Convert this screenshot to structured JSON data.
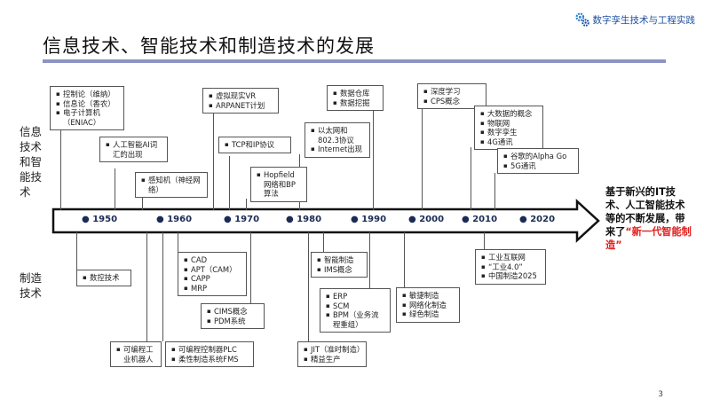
{
  "brand": {
    "text": "数字孪生技术与工程实践",
    "icon": "gear-icon",
    "color": "#1e4fa0"
  },
  "title": "信息技术、智能技术和制造技术的发展",
  "lanes": {
    "top": "信息技术和智能技术",
    "bottom": "制造技术"
  },
  "timeline": {
    "years": [
      "1950",
      "1960",
      "1970",
      "1980",
      "1990",
      "2000",
      "2010",
      "2020"
    ]
  },
  "top_boxes": [
    {
      "items": [
        "控制论（维纳）",
        "信息论（香农）",
        "电子计算机（ENIAC）"
      ]
    },
    {
      "items": [
        "人工智能AI词汇的出现"
      ]
    },
    {
      "items": [
        "感知机（神经网络）"
      ]
    },
    {
      "items": [
        "虚拟现实VR",
        "ARPANET计划"
      ]
    },
    {
      "items": [
        "TCP和IP协议"
      ]
    },
    {
      "items": [
        "Hopfield网络和BP算法"
      ]
    },
    {
      "items": [
        "以太网和802.3协议",
        "Internet出现"
      ]
    },
    {
      "items": [
        "数据仓库",
        "数据挖掘"
      ]
    },
    {
      "items": [
        "深度学习",
        "CPS概念"
      ]
    },
    {
      "items": [
        "大数据的概念",
        "物联网",
        "数字孪生",
        "4G通讯"
      ]
    },
    {
      "items": [
        "谷歌的Alpha Go",
        "5G通讯"
      ]
    }
  ],
  "bottom_boxes": [
    {
      "items": [
        "数控技术"
      ]
    },
    {
      "items": [
        "可编程工业机器人"
      ]
    },
    {
      "items": [
        "CAD",
        "APT（CAM）",
        "CAPP",
        "MRP"
      ]
    },
    {
      "items": [
        "可编程控制器PLC",
        "柔性制造系统FMS"
      ]
    },
    {
      "items": [
        "CIMS概念",
        "PDM系统"
      ]
    },
    {
      "items": [
        "智能制造",
        "IMS概念"
      ]
    },
    {
      "items": [
        "ERP",
        "SCM",
        "BPM（业务流程重组）"
      ]
    },
    {
      "items": [
        "JIT（准时制造）",
        "精益生产"
      ]
    },
    {
      "items": [
        "敏捷制造",
        "网络化制造",
        "绿色制造"
      ]
    },
    {
      "items": [
        "工业互联网",
        "“工业4.0”",
        "中国制造2025"
      ]
    }
  ],
  "note": {
    "text": "基于新兴的IT技术、人工智能技术等的不断发展，带来了",
    "highlight": "“新一代智能制造”",
    "highlight_color": "#e0201e"
  },
  "page_number": "3"
}
